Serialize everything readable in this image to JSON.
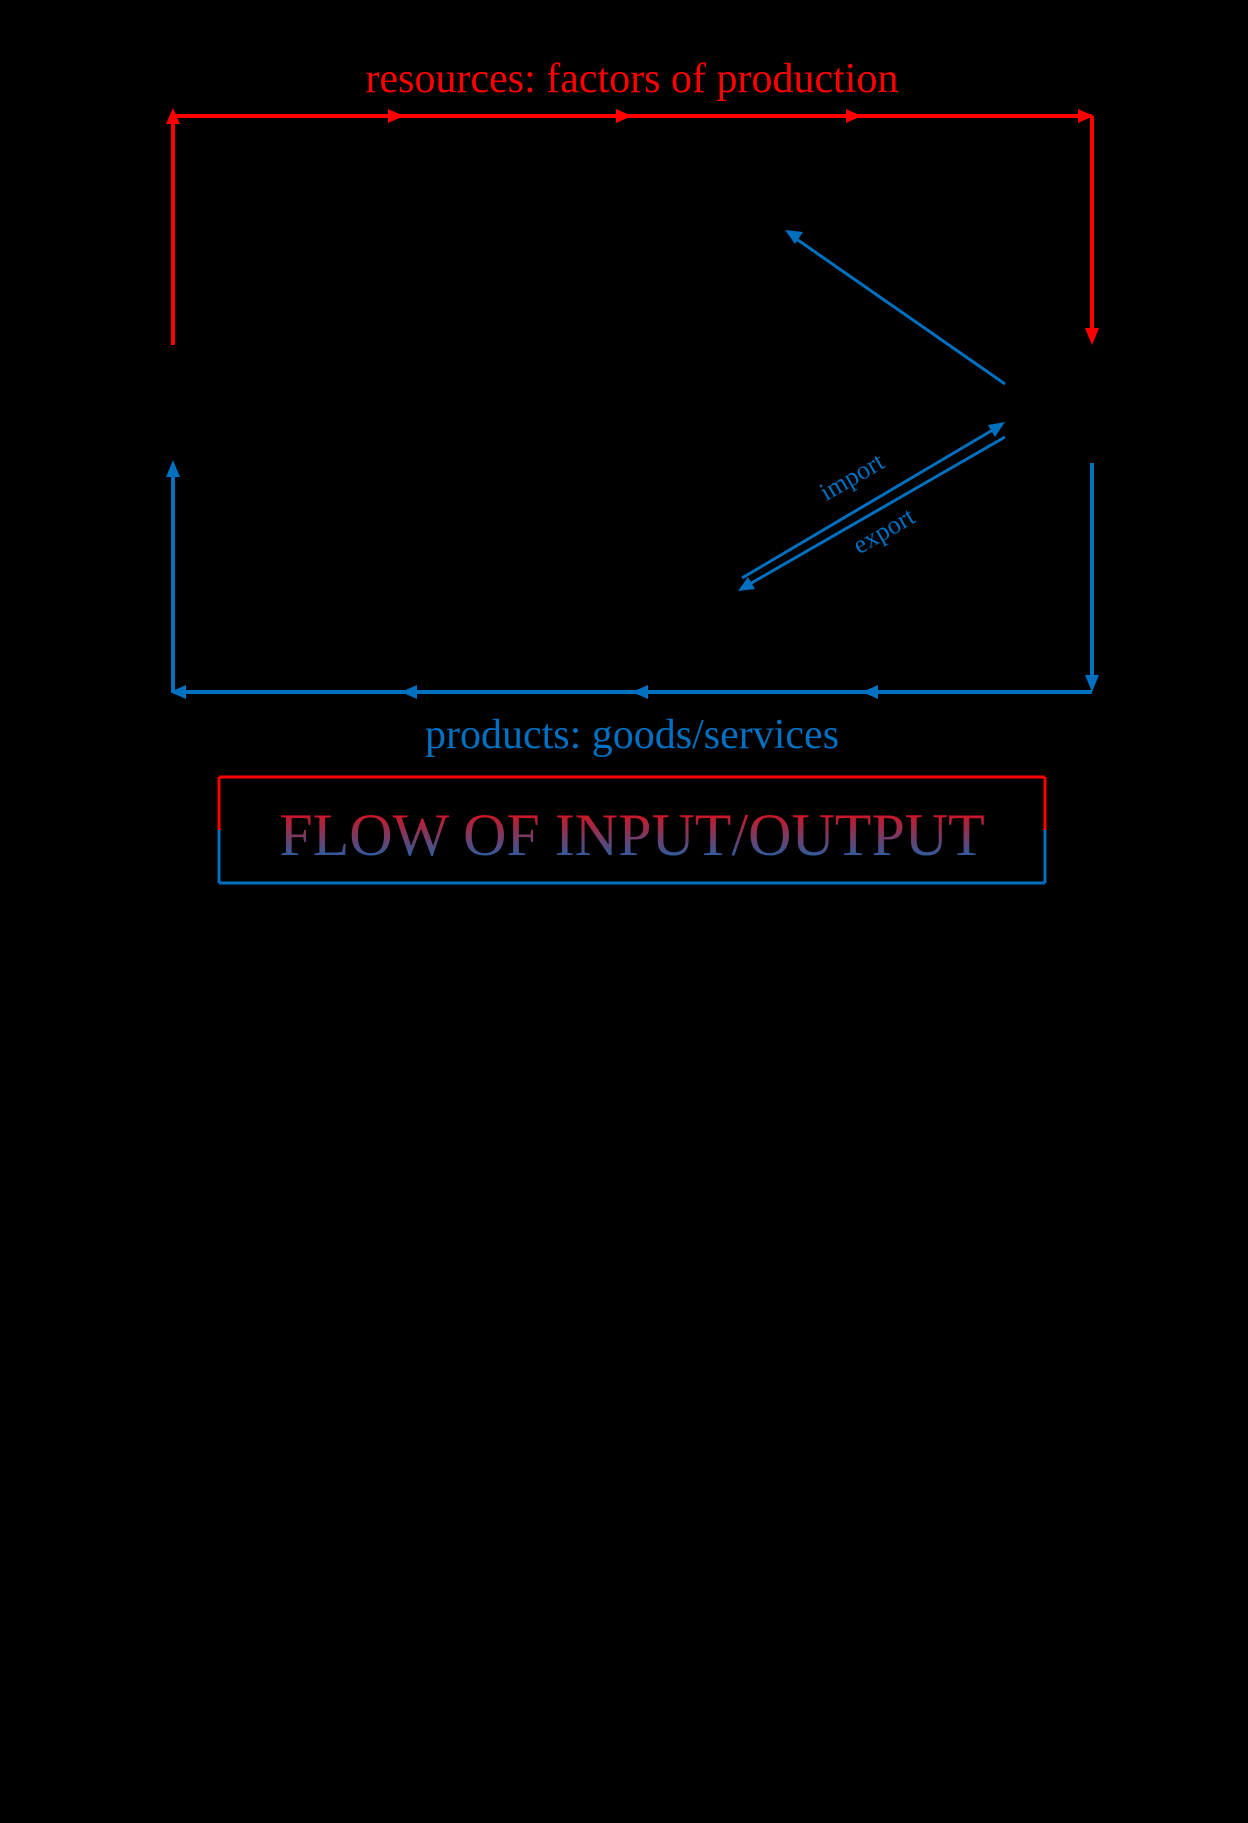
{
  "colors": {
    "background": "#000000",
    "resource_flow": "#ff0000",
    "product_flow": "#0070c0"
  },
  "labels": {
    "resources": "resources: factors of production",
    "products": "products: goods/services",
    "import": "import",
    "export": "export"
  },
  "title": {
    "text": "FLOW OF INPUT/OUTPUT",
    "gradient_from": "#ff0000",
    "gradient_to": "#0070c0"
  }
}
